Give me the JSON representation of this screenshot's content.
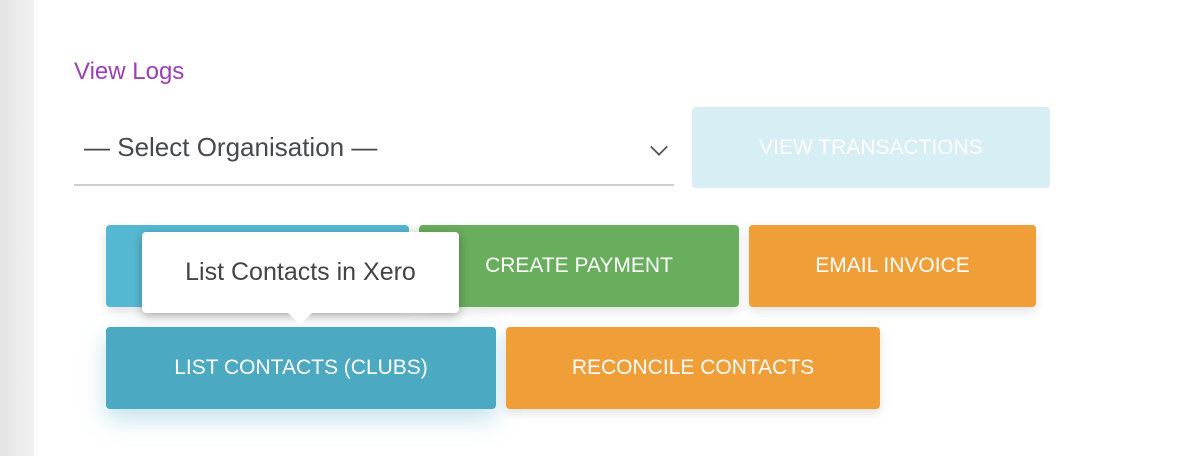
{
  "links": {
    "view_logs": "View Logs"
  },
  "org_select": {
    "selected": "— Select Organisation —"
  },
  "buttons": {
    "view_transactions": "VIEW TRANSACTIONS",
    "create_payment": "CREATE PAYMENT",
    "email_invoice": "EMAIL INVOICE",
    "list_contacts_clubs": "LIST CONTACTS (CLUBS)",
    "reconcile_contacts": "RECONCILE CONTACTS"
  },
  "tooltip": {
    "text": "List Contacts in Xero"
  }
}
